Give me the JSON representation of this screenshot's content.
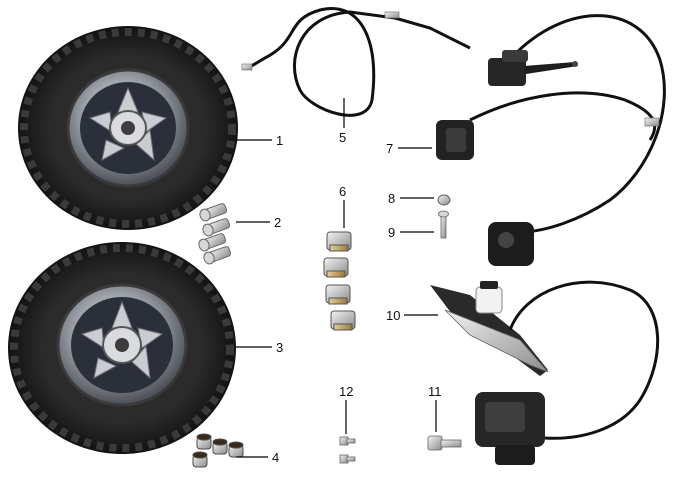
{
  "diagram": {
    "callouts": [
      {
        "id": "wheel-front",
        "label": "1"
      },
      {
        "id": "wheel-bolts",
        "label": "2"
      },
      {
        "id": "wheel-rear",
        "label": "3"
      },
      {
        "id": "lug-nuts",
        "label": "4"
      },
      {
        "id": "brake-cable",
        "label": "5"
      },
      {
        "id": "caliper-pads",
        "label": "6"
      },
      {
        "id": "front-brake-assembly",
        "label": "7"
      },
      {
        "id": "nut",
        "label": "8"
      },
      {
        "id": "pin",
        "label": "9"
      },
      {
        "id": "rear-master-cylinder",
        "label": "10"
      },
      {
        "id": "rear-caliper-bolt",
        "label": "11"
      },
      {
        "id": "small-bolts",
        "label": "12"
      }
    ]
  },
  "colors": {
    "tire": "#1c1c1c",
    "rim": "#8f939a",
    "metal": "#b7b7b7",
    "brass": "#c6a15b",
    "line": "#000000"
  }
}
